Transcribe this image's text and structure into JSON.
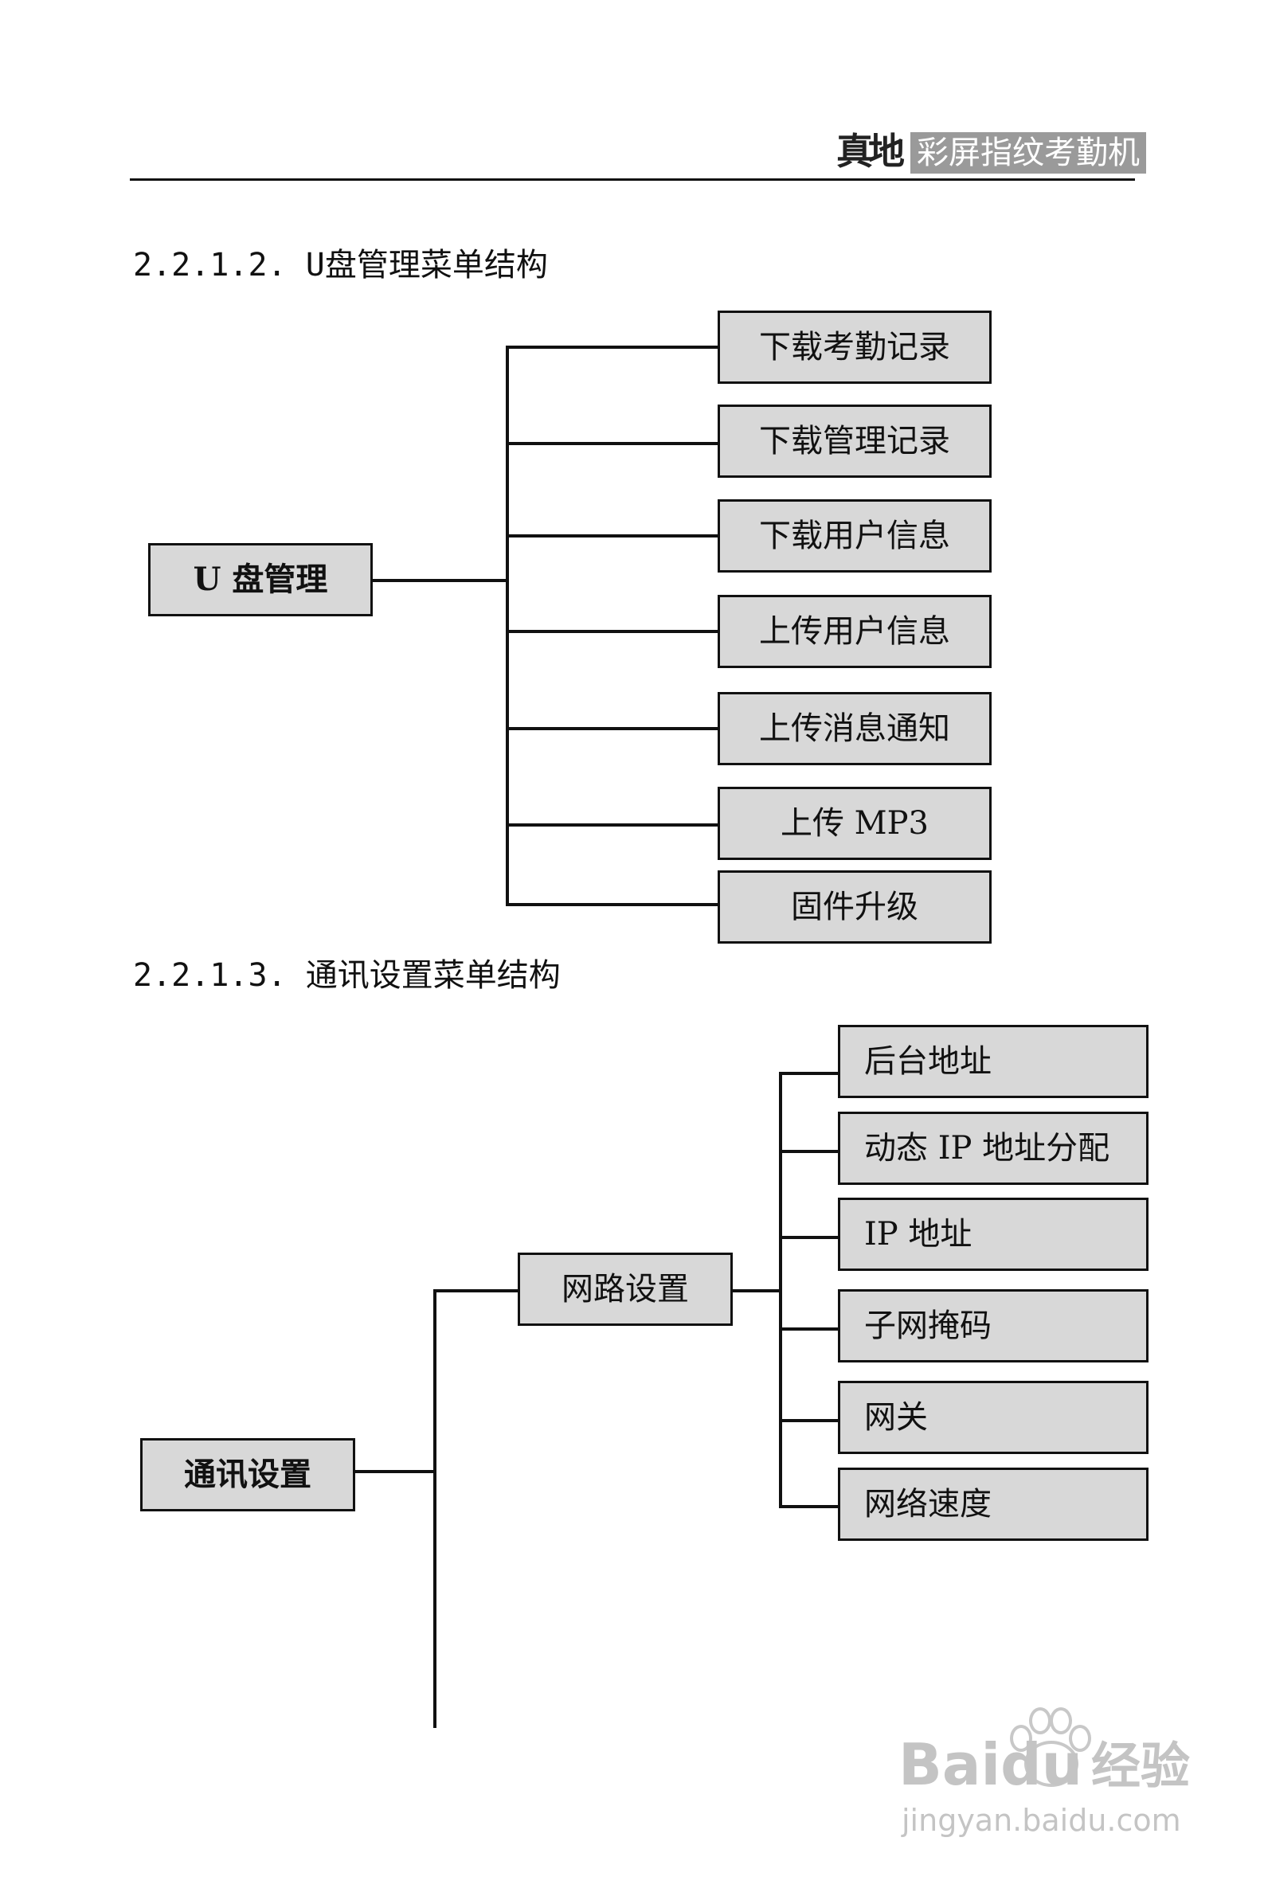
{
  "header": {
    "logo": "真地",
    "product": "彩屏指纹考勤机"
  },
  "sections": [
    {
      "heading": "2.2.1.2. U盘管理菜单结构",
      "root": "U 盘管理",
      "children": [
        "下载考勤记录",
        "下载管理记录",
        "下载用户信息",
        "上传用户信息",
        "上传消息通知",
        "上传 MP3",
        "固件升级"
      ]
    },
    {
      "heading": "2.2.1.3. 通讯设置菜单结构",
      "root": "通讯设置",
      "sub": "网路设置",
      "children": [
        "后台地址",
        "动态 IP 地址分配",
        "IP 地址",
        "子网掩码",
        "网关",
        "网络速度"
      ]
    }
  ],
  "watermark": {
    "brand": "Bai",
    "brand_tail": "du",
    "product": "经验",
    "url": "jingyan.baidu.com"
  }
}
